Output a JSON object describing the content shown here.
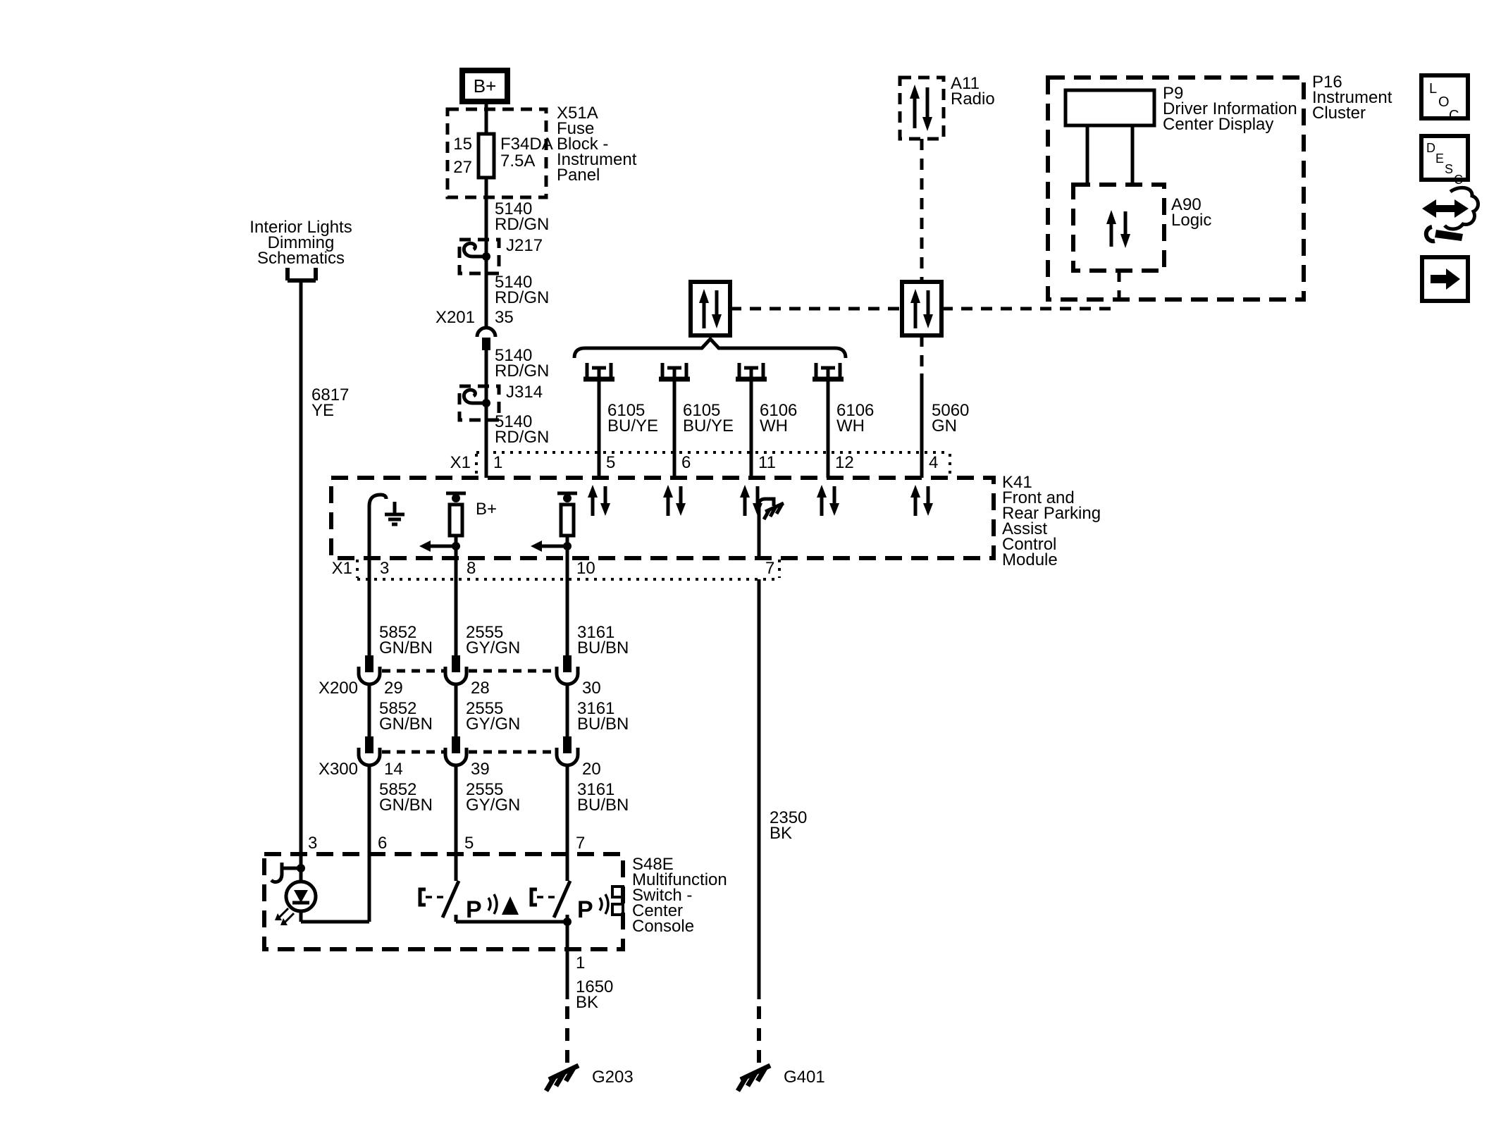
{
  "nav": {
    "loc": [
      "L",
      "O",
      "C"
    ],
    "desc": [
      "D",
      "E",
      "S",
      "C"
    ]
  },
  "interior_ref": {
    "lines": [
      "Interior Lights",
      "Dimming",
      "Schematics"
    ],
    "wire": {
      "circuit": "6817",
      "color": "YE"
    }
  },
  "battery": {
    "label": "B+"
  },
  "fuse_block": {
    "labels": [
      "X51A",
      "Fuse",
      "Block -",
      "Instrument",
      "Panel"
    ],
    "fuse_name": "F34DA",
    "fuse_rating": "7.5A",
    "terminal_top": "15",
    "terminal_bottom": "27"
  },
  "feed_wire": {
    "circuit": "5140",
    "color": "RD/GN"
  },
  "splices": {
    "j217": "J217",
    "j314": "J314"
  },
  "x201": {
    "name": "X201",
    "pin": "35"
  },
  "k41": {
    "labels": [
      "K41",
      "Front and",
      "Rear Parking",
      "Assist",
      "Control",
      "Module"
    ],
    "top_conn": {
      "name": "X1",
      "pin_bplus": "1",
      "pin_s1": "5",
      "pin_s2": "6",
      "pin_s3": "11",
      "pin_s4": "12",
      "pin_data": "4"
    },
    "bplus_net": "B+",
    "bottom_conn": {
      "name": "X1",
      "pin_dim": "3",
      "pin_out1": "8",
      "pin_out2": "10",
      "pin_gnd": "7"
    }
  },
  "sensor_wire_a": {
    "circuit": "6105",
    "color": "BU/YE"
  },
  "sensor_wire_b": {
    "circuit": "6106",
    "color": "WH"
  },
  "data_wire": {
    "circuit": "5060",
    "color": "GN"
  },
  "radio": {
    "id": "A11",
    "name": "Radio"
  },
  "cluster": {
    "labels": [
      "P16",
      "Instrument",
      "Cluster"
    ],
    "dic": {
      "labels": [
        "P9",
        "Driver Information",
        "Center Display"
      ]
    },
    "logic": {
      "labels": [
        "A90",
        "Logic"
      ]
    }
  },
  "x200": {
    "name": "X200",
    "pin_1": "29",
    "pin_2": "28",
    "pin_3": "30"
  },
  "x300": {
    "name": "X300",
    "pin_1": "14",
    "pin_2": "39",
    "pin_3": "20"
  },
  "wire_dim": {
    "circuit": "5852",
    "color": "GN/BN"
  },
  "wire_sw1": {
    "circuit": "2555",
    "color": "GY/GN"
  },
  "wire_sw2": {
    "circuit": "3161",
    "color": "BU/BN"
  },
  "console_switch": {
    "labels": [
      "S48E",
      "Multifunction",
      "Switch -",
      "Center",
      "Console"
    ],
    "pin_dim": "3",
    "pin_dim_ret": "6",
    "pin_sw1": "5",
    "pin_sw2": "7",
    "pin_gnd": "1",
    "park_letter": "P"
  },
  "gnd_wire_1": {
    "circuit": "1650",
    "color": "BK"
  },
  "gnd_wire_2": {
    "circuit": "2350",
    "color": "BK"
  },
  "grounds": {
    "g203": "G203",
    "g401": "G401"
  }
}
